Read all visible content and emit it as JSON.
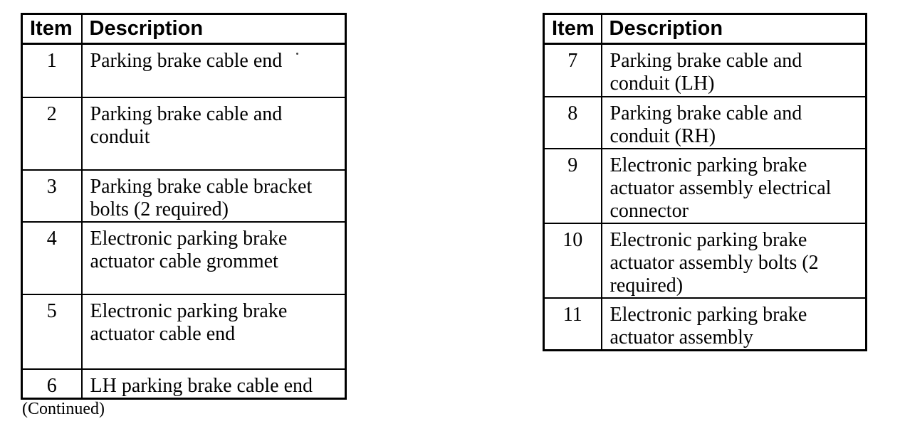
{
  "page": {
    "background_color": "#ffffff",
    "text_color": "#000000",
    "border_color": "#000000"
  },
  "tables": [
    {
      "headers": {
        "item": "Item",
        "description": "Description"
      },
      "rows": [
        {
          "item": "1",
          "description": "Parking brake cable end"
        },
        {
          "item": "2",
          "description": "Parking brake cable and conduit"
        },
        {
          "item": "3",
          "description": "Parking brake cable bracket bolts (2 required)"
        },
        {
          "item": "4",
          "description": "Electronic parking brake actuator cable grommet"
        },
        {
          "item": "5",
          "description": "Electronic parking brake actuator cable end"
        },
        {
          "item": "6",
          "description": "LH parking brake cable end"
        }
      ],
      "footnote": "(Continued)"
    },
    {
      "headers": {
        "item": "Item",
        "description": "Description"
      },
      "rows": [
        {
          "item": "7",
          "description": "Parking brake cable and conduit (LH)"
        },
        {
          "item": "8",
          "description": "Parking brake cable and conduit (RH)"
        },
        {
          "item": "9",
          "description": "Electronic parking brake actuator assembly electrical connector"
        },
        {
          "item": "10",
          "description": "Electronic parking brake actuator assembly bolts (2 required)"
        },
        {
          "item": "11",
          "description": "Electronic parking brake actuator assembly"
        }
      ]
    }
  ]
}
